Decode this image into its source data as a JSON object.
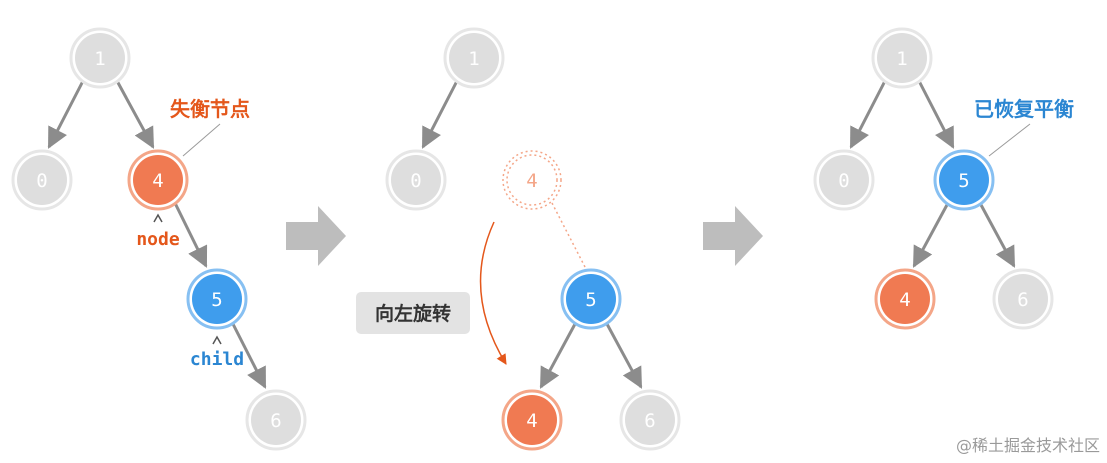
{
  "colors": {
    "gray_fill": "#dedede",
    "gray_ring": "#e6e6e6",
    "orange": "#f07a52",
    "orange_ring": "#f4a688",
    "orange_dark": "#e4571b",
    "blue": "#3f9ded",
    "blue_ring": "#87c0f2",
    "blue_text": "#2b86d2",
    "edge": "#8c8c8c",
    "arrow_fill": "#bdbdbd"
  },
  "panel1": {
    "node_1": "1",
    "node_0": "0",
    "node_4": "4",
    "node_5": "5",
    "node_6": "6",
    "label_unbalanced": "失衡节点",
    "label_node": "node",
    "label_child": "child"
  },
  "panel2": {
    "node_1": "1",
    "node_0": "0",
    "ghost_4": "4",
    "node_5": "5",
    "node_4": "4",
    "node_6": "6",
    "rotate_label": "向左旋转"
  },
  "panel3": {
    "node_1": "1",
    "node_0": "0",
    "node_5": "5",
    "node_4": "4",
    "node_6": "6",
    "label_balanced": "已恢复平衡"
  },
  "watermark": "@稀土掘金技术社区"
}
